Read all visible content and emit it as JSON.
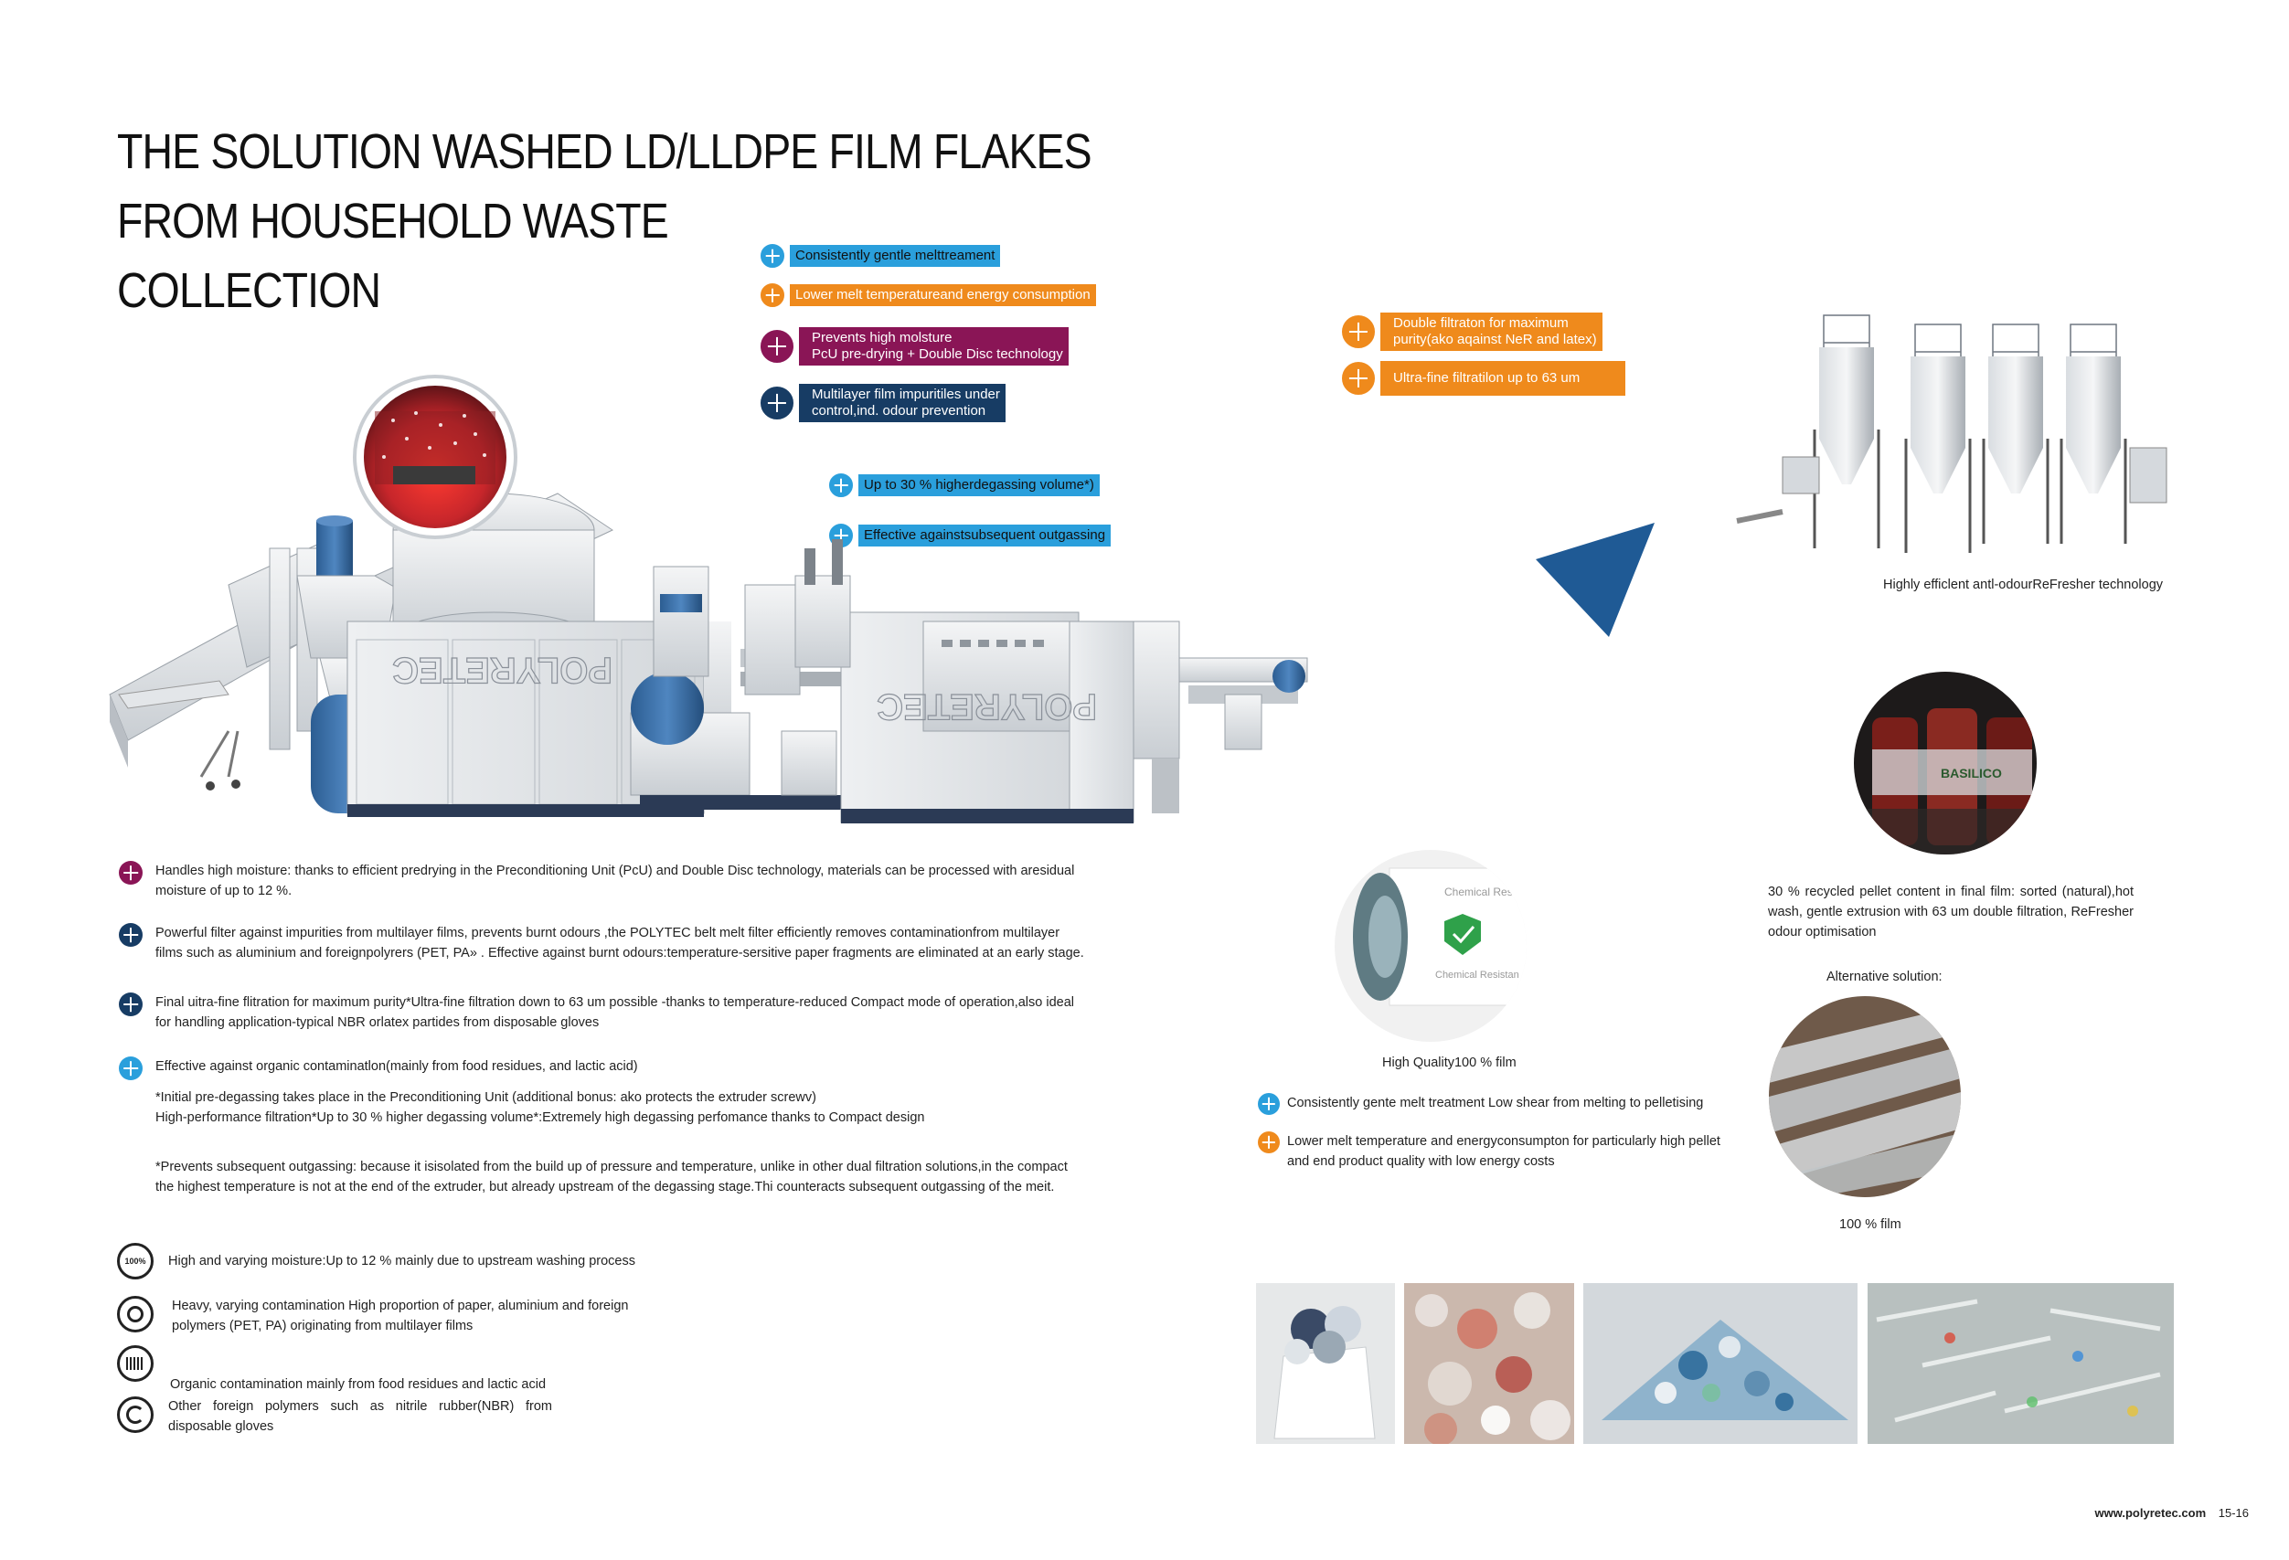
{
  "title": {
    "line1": "THE SOLUTION WASHED LD/LLDPE FILM FLAKES",
    "line2": "FROM HOUSEHOLD WASTE",
    "line3": "COLLECTION"
  },
  "tags": {
    "t1": "Consistently gentle melttreament",
    "t2": "Lower melt temperatureand energy consumption",
    "t3_line1": "Prevents high molsture",
    "t3_line2": "PcU pre-drying + Double Disc technology",
    "t4_line1": "Multilayer film impuritiles under",
    "t4_line2": "control,ind. odour prevention",
    "t5": "Up to 30 % higherdegassing volume*)",
    "t6": "Effective againstsubsequent outgassing",
    "t7_line1": "Double filtraton for maximum",
    "t7_line2": "purity(ako aqainst NeR and latex)",
    "t8": "Ultra-fine filtratilon up to 63 um"
  },
  "watermark": "POLYRETEC",
  "bullets": {
    "b1": "Handles high moisture: thanks to efficient predrying in the Preconditioning Unit (PcU) and Double Disc technology, materials can be processed with aresidual moisture of up to 12 %.",
    "b2": "Powerful filter against impurities from multilayer films, prevents burnt odours ,the POLYTEC belt melt filter efficiently removes contaminationfrom multilayer films such as aluminium and foreignpolyrers (PET, PA»  . Effective against burnt odours:temperature-sersitive paper fragments are eliminated at an early stage.",
    "b3": "Final uitra-fine flitration for maximum purity*Ultra-fine filtration down to 63 um possible -thanks to temperature-reduced Compact mode of operation,also ideal for handling application-typical NBR orlatex partides from disposable gloves",
    "b4": "Effective against organic contaminatlon(mainly from food residues, and lactic acid)",
    "n1_line1": "*Initial pre-degassing takes place in the Preconditioning Unit (additional bonus: ako protects the extruder screwv)",
    "n1_line2": "High-performance filtration*Up to 30 % higher degassing volume*:Extremely high degassing perfomance thanks to Compact design",
    "n2": "*Prevents subsequent outgassing: because it isisolated from the build up of pressure and temperature, unlike in other dual filtration solutions,in the compact the highest temperature is not at the end of the extruder, but already upstream of the degassing stage.Thi counteracts subsequent outgassing of the meit."
  },
  "icons_list": {
    "i1": "High and varying moisture:Up to 12 % mainly due to upstream washing process",
    "i1_badge": "100%",
    "i2": "Heavy, varying contamination High proportion of paper, aluminium and foreign polymers (PET, PA) originating from multilayer films",
    "i3": "Organic contamination mainly from food residues and lactic acid",
    "i4": "Other foreign polymers such as nitrile rubber(NBR) from disposable gloves"
  },
  "right": {
    "refresher_caption": "Highly efficlent antl-odourReFresher technology",
    "pellet_text": "30 % recycled pellet content in final film: sorted (natural),hot wash, gentle extrusion with 63 um double filtration, ReFresher odour optimisation",
    "alt_label": "Alternative solution:",
    "film_caption": "100 % film",
    "quality_caption": "High Quality100 % film",
    "roll_label_top": "Chemical Res",
    "roll_label_bottom": "Chemical Resistan",
    "bottle_brand": "BASILICO",
    "mid1": "Consistently gente melt treatment Low shear from melting to pelletising",
    "mid2": "Lower melt temperature and energyconsumpton for particularly high pellet and end product quality with low energy costs"
  },
  "footer": {
    "site": "www.polyretec.com",
    "pages": "15-16"
  },
  "colors": {
    "blue": "#2a9fdc",
    "orange": "#ef8a1c",
    "maroon": "#8a1556",
    "navy": "#173c64"
  }
}
